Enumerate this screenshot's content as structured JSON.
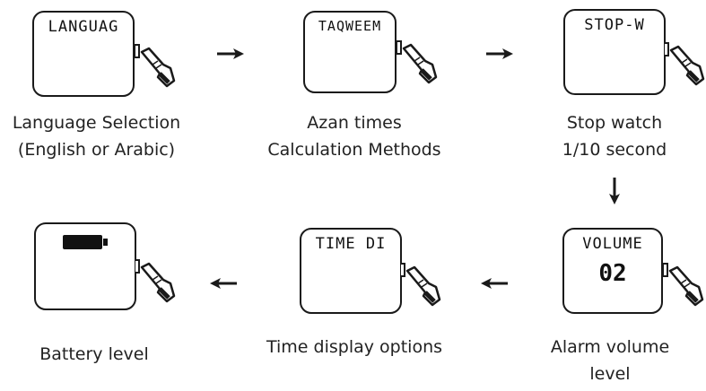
{
  "steps": [
    {
      "id": "language",
      "screen": "LANGUAG",
      "caption": [
        "Language Selection",
        "(English or Arabic)"
      ]
    },
    {
      "id": "taqweem",
      "screen": "TAQWEEM",
      "caption": [
        "Azan times",
        "Calculation Methods"
      ]
    },
    {
      "id": "stopwatch",
      "screen": "STOP-W",
      "caption": [
        "Stop watch",
        "1/10 second"
      ]
    },
    {
      "id": "volume",
      "screen": "VOLUME",
      "value": "02",
      "caption": [
        "Alarm volume",
        "level"
      ]
    },
    {
      "id": "timedisplay",
      "screen": "TIME DI",
      "caption": [
        "Time display options"
      ]
    },
    {
      "id": "battery",
      "screen": "",
      "icon": "battery-full-icon",
      "caption": [
        "Battery level"
      ]
    }
  ],
  "colors": {
    "ink": "#1a1a1a"
  }
}
